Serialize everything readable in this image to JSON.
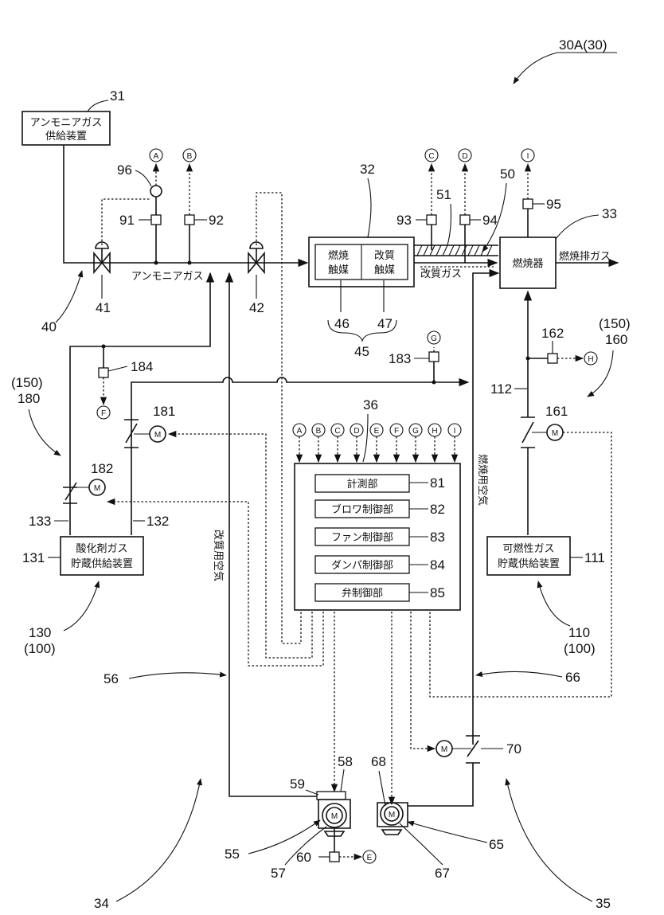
{
  "figure_ref": "30A(30)",
  "boxes": {
    "ammonia_supply": [
      "アンモニアガス",
      "供給装置"
    ],
    "catalyst_combustion": [
      "燃焼",
      "触媒"
    ],
    "catalyst_reforming": [
      "改質",
      "触媒"
    ],
    "combustor": "燃焼器",
    "oxidizer_storage": [
      "酸化剤ガス",
      "貯蔵供給装置"
    ],
    "flammable_storage": [
      "可燃性ガス",
      "貯蔵供給装置"
    ],
    "controller_units": [
      "計測部",
      "ブロワ制御部",
      "ファン制御部",
      "ダンパ制御部",
      "弁制御部"
    ]
  },
  "line_labels": {
    "ammonia_gas": "アンモニアガス",
    "reformed_gas": "改質ガス",
    "combustion_exhaust": "燃焼排ガス",
    "combustion_air": "燃焼用空気",
    "reforming_air": "改質用空気"
  },
  "signal_tags": [
    "A",
    "B",
    "C",
    "D",
    "E",
    "F",
    "G",
    "H",
    "I"
  ],
  "controller_input_tags": [
    "A",
    "B",
    "C",
    "D",
    "E",
    "F",
    "G",
    "H",
    "I"
  ],
  "refs": {
    "r31": "31",
    "r96": "96",
    "r91": "91",
    "r92": "92",
    "r41": "41",
    "r40": "40",
    "r42": "42",
    "r32": "32",
    "r46": "46",
    "r47": "47",
    "r45": "45",
    "r93": "93",
    "r94": "94",
    "r51": "51",
    "r50": "50",
    "r95": "95",
    "r33": "33",
    "r183": "183",
    "r184": "184",
    "r36": "36",
    "r81": "81",
    "r82": "82",
    "r83": "83",
    "r84": "84",
    "r85": "85",
    "r162": "162",
    "r160": "160",
    "r150a": "(150)",
    "r150b": "(150)",
    "r180": "180",
    "r181": "181",
    "r182": "182",
    "r161": "161",
    "r112": "112",
    "r111": "111",
    "r133": "133",
    "r132": "132",
    "r131": "131",
    "r130": "130",
    "r100a": "(100)",
    "r110": "110",
    "r100b": "(100)",
    "r56": "56",
    "r66": "66",
    "r70": "70",
    "r59": "59",
    "r58": "58",
    "r68": "68",
    "r55": "55",
    "r65": "65",
    "r57": "57",
    "r60": "60",
    "r67": "67",
    "r34": "34",
    "r35": "35"
  },
  "motor_label": "M"
}
